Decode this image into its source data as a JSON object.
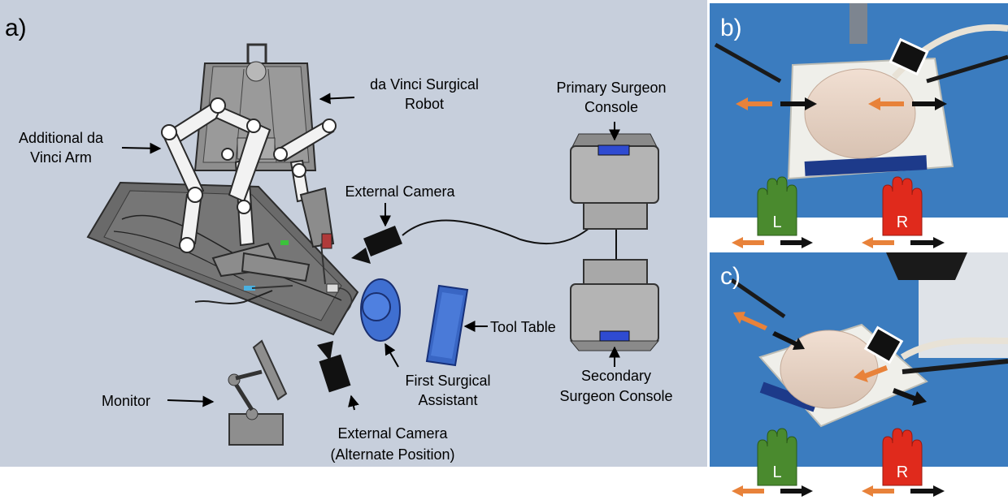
{
  "panels": {
    "a": {
      "letter": "a)"
    },
    "b": {
      "letter": "b)"
    },
    "c": {
      "letter": "c)"
    }
  },
  "labels": {
    "robot_line1": "da Vinci Surgical",
    "robot_line2": "Robot",
    "arm_line1": "Additional da",
    "arm_line2": "Vinci Arm",
    "external_camera": "External Camera",
    "primary_line1": "Primary Surgeon",
    "primary_line2": "Console",
    "tool_table": "Tool Table",
    "first_line1": "First Surgical",
    "first_line2": "Assistant",
    "secondary_line1": "Secondary",
    "secondary_line2": "Surgeon Console",
    "monitor": "Monitor",
    "alt_cam_line1": "External Camera",
    "alt_cam_line2": "(Alternate Position)"
  },
  "hands": {
    "left": "L",
    "right": "R"
  },
  "colors": {
    "panel_bg": "#c7cfdc",
    "photo_bg": "#3b7cbf",
    "arrow_orange": "#e8823a",
    "arrow_black": "#111111",
    "hand_left": "#4a8a2e",
    "hand_right": "#e02a1c",
    "assistant_blue": "#3f6fd1",
    "table_blue": "#3966c4"
  }
}
